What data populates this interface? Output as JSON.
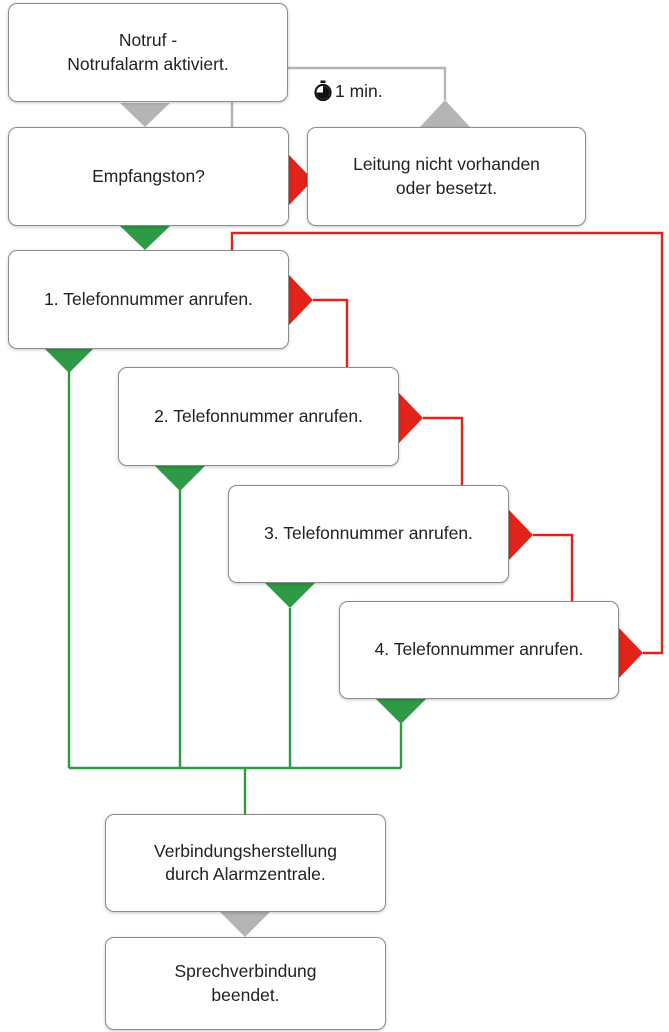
{
  "colors": {
    "yes": "#2e9a45",
    "no": "#e2231a",
    "neutral": "#b4b4b4",
    "box_border": "#8c8c8c"
  },
  "nodes": {
    "notruf": {
      "line1": "Notruf -",
      "line2": "Notrufalarm aktiviert."
    },
    "empfangston": {
      "line1": "Empfangston?"
    },
    "leitung": {
      "line1": "Leitung nicht vorhanden",
      "line2": "oder besetzt."
    },
    "tel1": {
      "line1": "1. Telefonnummer anrufen."
    },
    "tel2": {
      "line1": "2. Telefonnummer anrufen."
    },
    "tel3": {
      "line1": "3. Telefonnummer anrufen."
    },
    "tel4": {
      "line1": "4. Telefonnummer anrufen."
    },
    "verbindung": {
      "line1": "Verbindungsherstellung",
      "line2": "durch Alarmzentrale."
    },
    "sprech": {
      "line1": "Sprechverbindung",
      "line2": "beendet."
    }
  },
  "timer": {
    "icon": "stopwatch-icon",
    "label": "1 min."
  }
}
